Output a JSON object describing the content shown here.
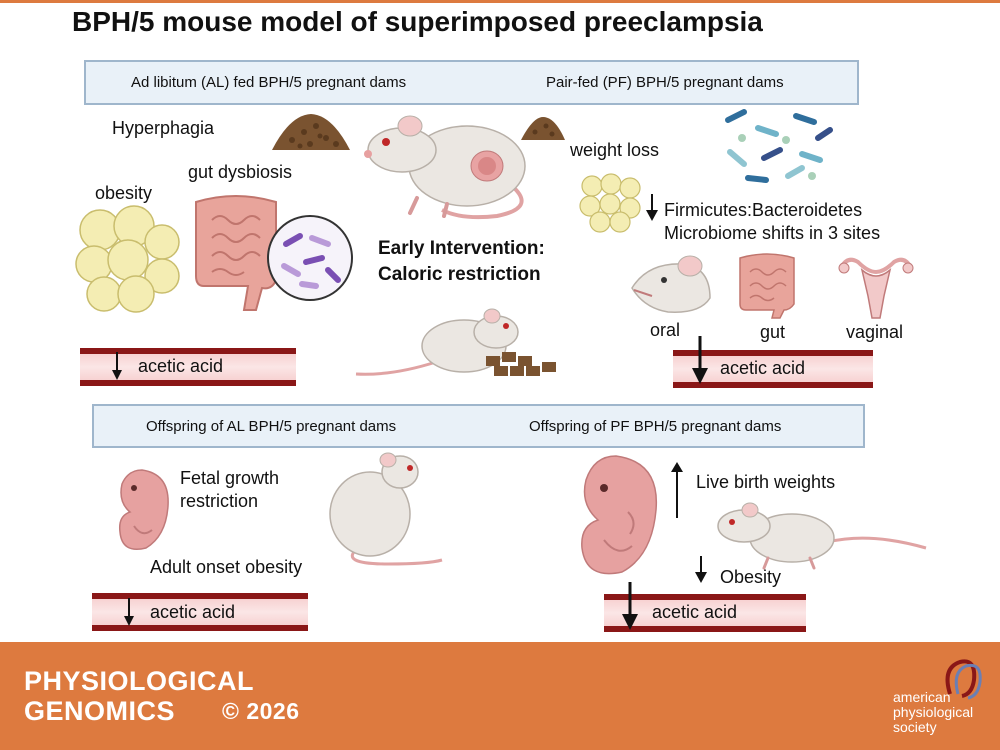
{
  "title": "BPH/5 mouse model of superimposed preeclampsia",
  "top_panel": {
    "left_header": "Ad libitum (AL) fed BPH/5 pregnant dams",
    "right_header": "Pair-fed (PF) BPH/5 pregnant dams",
    "hyperphagia": "Hyperphagia",
    "gut_dysbiosis": "gut dysbiosis",
    "obesity": "obesity",
    "weight_loss": "weight loss",
    "firmicutes": "Firmicutes:Bacteroidetes",
    "microbiome_shifts": "Microbiome shifts in 3 sites",
    "intervention_line1": "Early Intervention:",
    "intervention_line2": "Caloric restriction",
    "site_oral": "oral",
    "site_gut": "gut",
    "site_vaginal": "vaginal",
    "left_acetic": "acetic acid",
    "right_acetic": "acetic acid"
  },
  "bottom_panel": {
    "left_header": "Offspring of AL BPH/5 pregnant dams",
    "right_header": "Offspring of PF BPH/5 pregnant dams",
    "fgr_line1": "Fetal growth",
    "fgr_line2": "restriction",
    "adult_onset": "Adult onset obesity",
    "live_birth": "Live birth weights",
    "obesity": "Obesity",
    "left_acetic": "acetic acid",
    "right_acetic": "acetic acid"
  },
  "footer": {
    "journal_line1": "PHYSIOLOGICAL",
    "journal_line2": "GENOMICS",
    "copyright": "© 2026",
    "society_line1": "american",
    "society_line2": "physiological",
    "society_line3": "society"
  },
  "colors": {
    "header_fill": "#e9f1f8",
    "vessel_wall": "#8a1717",
    "vessel_lumen": "#f7d2d2",
    "footer": "#dd7a3f"
  }
}
